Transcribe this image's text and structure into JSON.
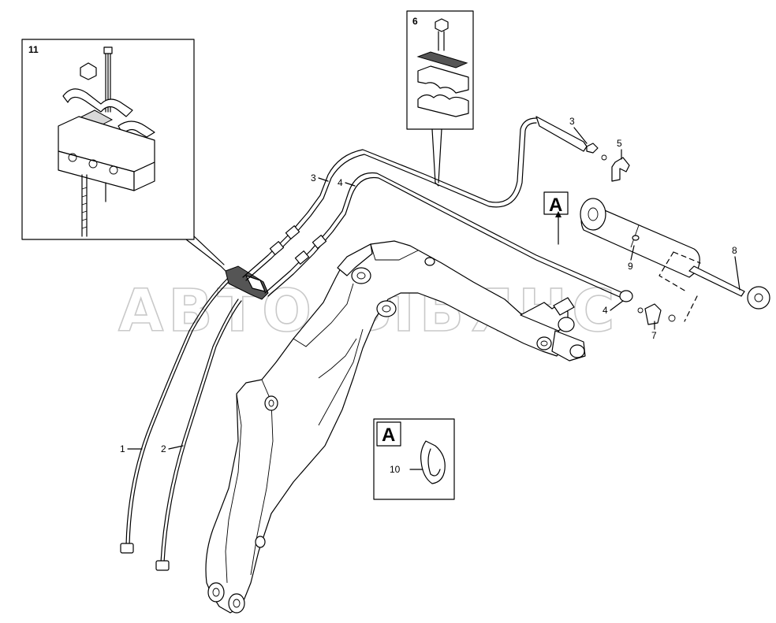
{
  "watermark": "АВТОАЛЬЯНС",
  "boxes": {
    "clamp_detail_number": "11",
    "block_detail_number": "6",
    "view_letter": "A",
    "view_box_letter": "A"
  },
  "callouts": {
    "c1": "1",
    "c2": "2",
    "c3_left": "3",
    "c4_left": "4",
    "c3_right": "3",
    "c5": "5",
    "c4_right": "4",
    "c7": "7",
    "c8": "8",
    "c9": "9",
    "c10": "10"
  }
}
